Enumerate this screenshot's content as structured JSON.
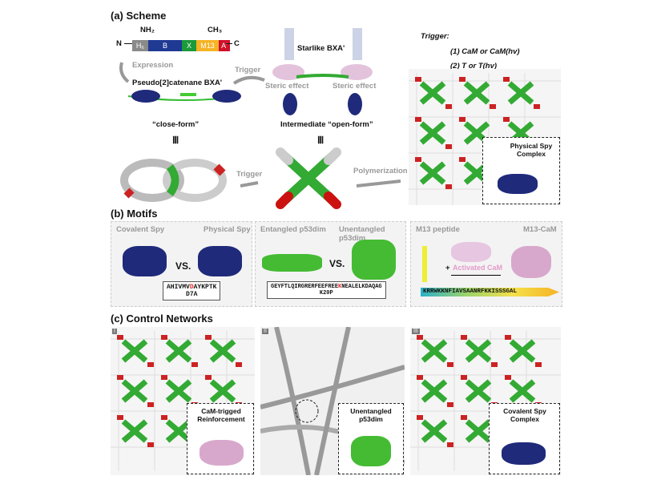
{
  "sections": {
    "a": "(a) Scheme",
    "b": "(b) Motifs",
    "c": "(c) Control Networks"
  },
  "scheme": {
    "construct": {
      "n": "N",
      "c": "C",
      "nh2": "NH₂",
      "ch3": "CH₃",
      "segments": [
        {
          "label": "H₆",
          "color": "#8a8a8a"
        },
        {
          "label": "B",
          "color": "#1f3a93"
        },
        {
          "label": "X",
          "color": "#1a9a3a"
        },
        {
          "label": "M13",
          "color": "#f5b325"
        },
        {
          "label": "A'",
          "color": "#d0102a"
        }
      ]
    },
    "expression": "Expression",
    "pseudo": "Pseudo[2]catenane BXA'",
    "close_form": "“close-form”",
    "trigger1": "Trigger",
    "starlike": "Starlike BXA'",
    "steric_left": "Steric effect",
    "steric_right": "Steric effect",
    "open_form": "Intermediate “open-form”",
    "equiv": "Ⅲ",
    "trigger2": "Trigger",
    "polymerization": "Polymerization",
    "trigger_title": "Trigger:",
    "trigger_1": "(1) CaM or CaM(hv)",
    "trigger_2": "(2) T or T(hv)",
    "physical_spy": "Physical Spy Complex"
  },
  "motifs": {
    "spy": {
      "left": "Covalent Spy",
      "right": "Physical Spy",
      "vs": "VS.",
      "seq_pre": "AHIVMV",
      "seq_mut": "D",
      "seq_post": "AYKPTK",
      "mutation": "D7A"
    },
    "p53": {
      "left": "Entangled p53dim",
      "right": "Unentangled p53dim",
      "vs": "VS.",
      "seq_pre": "GEYFTLQIRGRERFEEFREE",
      "seq_mut": "K",
      "seq_post": "NEALELKDAQAG",
      "mutation": "K20P"
    },
    "m13": {
      "left": "M13 peptide",
      "right": "M13-CaM",
      "plus": "+",
      "activated": "Activated CaM",
      "seq": "KRRWKKNFIAVSAANRFKKISSSGAL"
    }
  },
  "networks": [
    {
      "tag": "I",
      "label": "CaM-trigged Reinforcement"
    },
    {
      "tag": "II",
      "label": "Unentangled p53dim"
    },
    {
      "tag": "III",
      "label": "Covalent Spy Complex"
    }
  ]
}
